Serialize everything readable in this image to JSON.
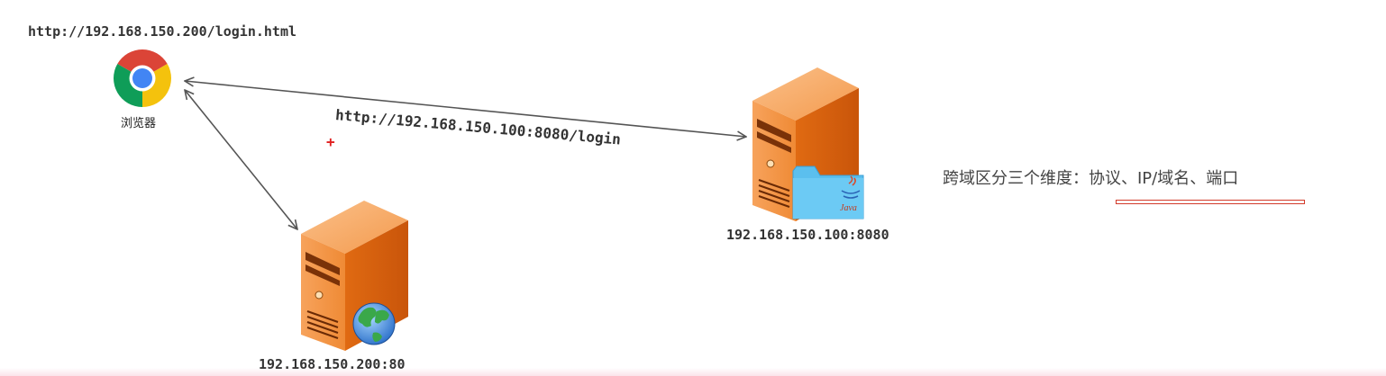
{
  "browser": {
    "url": "http://192.168.150.200/login.html",
    "label": "浏览器",
    "icon": "chrome-icon"
  },
  "request": {
    "url": "http://192.168.150.100:8080/login"
  },
  "servers": [
    {
      "label": "192.168.150.100:8080",
      "badge": "Java",
      "badge_icon": "java-folder-icon"
    },
    {
      "label": "192.168.150.200:80",
      "badge_icon": "globe-icon"
    }
  ],
  "note": {
    "text": "跨域区分三个维度：协议、IP/域名、端口",
    "underline_color": "#d23a2a"
  },
  "colors": {
    "server_orange": "#e8781f",
    "arrow": "#555555",
    "folder_blue": "#5bbfee"
  }
}
